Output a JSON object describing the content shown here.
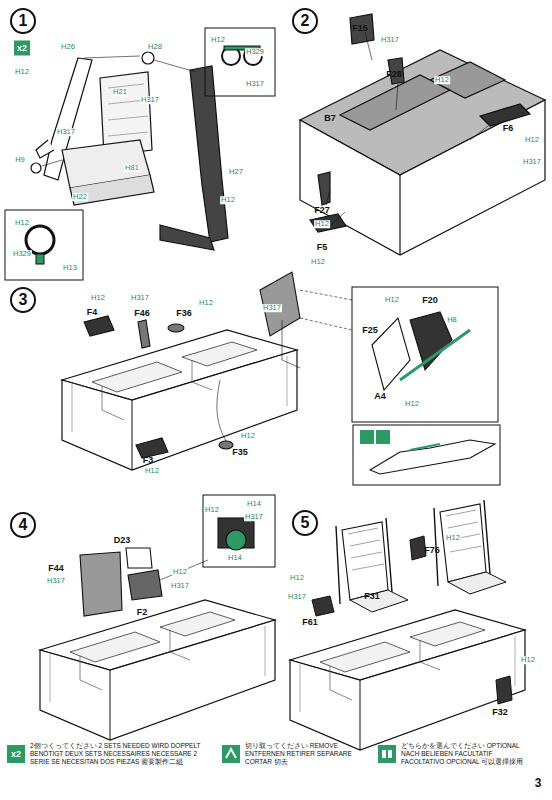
{
  "diagram": {
    "nodes": [
      {
        "text": [
          "1"
        ]
      },
      {
        "text": [
          "2"
        ]
      },
      {
        "text": [
          "3"
        ]
      },
      {
        "text": [
          "4"
        ]
      },
      {
        "text": [
          "5"
        ]
      }
    ],
    "labels": [
      "x2",
      "H26",
      "H28",
      "H12",
      "H329",
      "H317",
      "H12",
      "H21",
      "H317",
      "H317",
      "H81",
      "H9",
      "H22",
      "H27",
      "H12",
      "H12",
      "H329",
      "H13",
      "F15",
      "H317",
      "F28",
      "H12",
      "B7",
      "F6",
      "H12",
      "H317",
      "F27",
      "H12",
      "F5",
      "H12",
      "H12",
      "F4",
      "H317",
      "F46",
      "F36",
      "H12",
      "H317",
      "H12",
      "F35",
      "F3",
      "H12",
      "H12",
      "F20",
      "H8",
      "F25",
      "A4",
      "H12",
      "H12",
      "H14",
      "H317",
      "H14",
      "D23",
      "F44",
      "H317",
      "F2",
      "H12",
      "H317",
      "F76",
      "H12",
      "H12",
      "H317",
      "F31",
      "F61",
      "F32",
      "H12",
      "x2",
      "3"
    ],
    "legend": [
      {
        "text": "2個つくってください 2 SETS NEEDED WIRD DOPPELT BENÖTIGT DEUX SETS NECESSAIRES NECESSARE 2 SERIE SE NECESITAN DOS PIEZAS 需要製作二組"
      },
      {
        "text": "切り取ってください REMOVE ENTFERNEN RETIRER SEPARARE CORTAR 切去"
      },
      {
        "text": "どちらかを選んでください OPTIONAL NACH BELIEBEN FACULTATIF FACOLTATIVO OPCIONAL 可以選擇採用"
      }
    ]
  }
}
